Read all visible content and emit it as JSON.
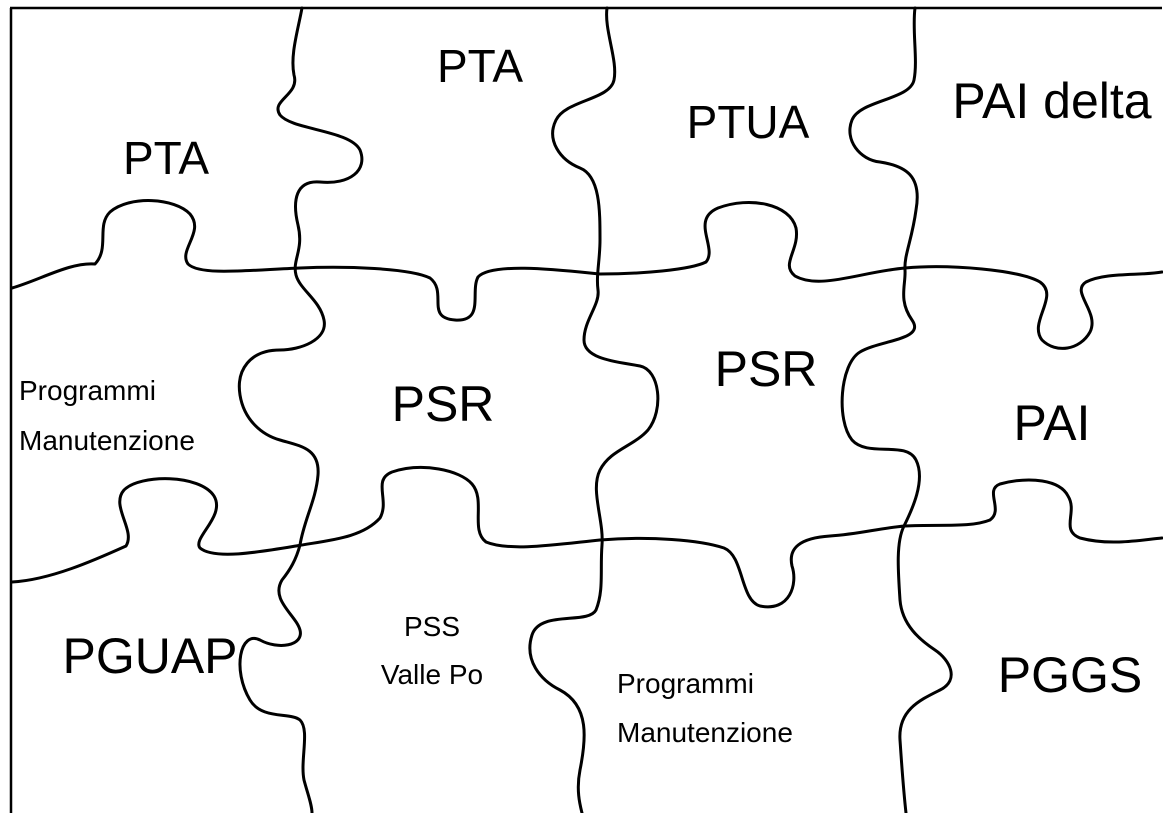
{
  "pieces": [
    {
      "id": "row1-col1",
      "lines": [
        "PTA"
      ]
    },
    {
      "id": "row1-col2",
      "lines": [
        "PTA"
      ]
    },
    {
      "id": "row1-col3",
      "lines": [
        "PTUA"
      ]
    },
    {
      "id": "row1-col4",
      "lines": [
        "PAI delta"
      ]
    },
    {
      "id": "row2-col1",
      "lines": [
        "Programmi",
        "Manutenzione"
      ]
    },
    {
      "id": "row2-col2",
      "lines": [
        "PSR"
      ]
    },
    {
      "id": "row2-col3",
      "lines": [
        "PSR"
      ]
    },
    {
      "id": "row2-col4",
      "lines": [
        "PAI"
      ]
    },
    {
      "id": "row3-col1",
      "lines": [
        "PGUAP"
      ]
    },
    {
      "id": "row3-col2",
      "lines": [
        "PSS",
        "Valle Po"
      ]
    },
    {
      "id": "row3-col3",
      "lines": [
        "Programmi",
        "Manutenzione"
      ]
    },
    {
      "id": "row3-col4",
      "lines": [
        "PGGS"
      ]
    }
  ],
  "colors": {
    "line": "#000000",
    "background": "#ffffff"
  }
}
